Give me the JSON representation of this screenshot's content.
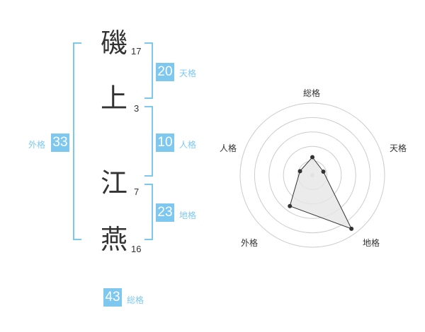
{
  "name": {
    "characters": [
      {
        "char": "磯",
        "strokes": "17"
      },
      {
        "char": "上",
        "strokes": "3"
      },
      {
        "char": "江",
        "strokes": "7"
      },
      {
        "char": "燕",
        "strokes": "16"
      }
    ]
  },
  "fortunes": {
    "tenkaku": {
      "value": "20",
      "label": "天格"
    },
    "jinkaku": {
      "value": "10",
      "label": "人格"
    },
    "chikaku": {
      "value": "23",
      "label": "地格"
    },
    "gaikaku": {
      "value": "33",
      "label": "外格"
    },
    "soukaku": {
      "value": "43",
      "label": "総格"
    }
  },
  "colors": {
    "accent": "#7ec8f0",
    "text": "#333333"
  },
  "chart_data": {
    "type": "radar",
    "axes": [
      "総格",
      "天格",
      "地格",
      "外格",
      "人格"
    ],
    "values": [
      0.25,
      0.16,
      0.92,
      0.53,
      0.18
    ],
    "rings": 5,
    "range": [
      0,
      1
    ]
  }
}
